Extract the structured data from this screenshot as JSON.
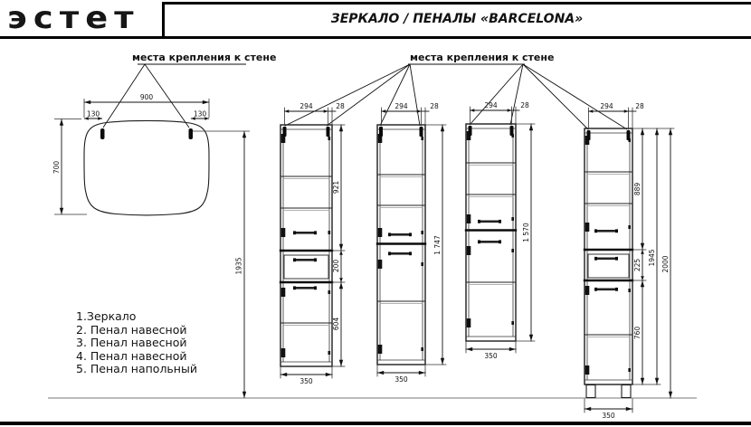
{
  "header": {
    "logo_text": "эстет",
    "title": "ЗЕРКАЛО / ПЕНАЛЫ «BARCELONA»"
  },
  "annotations": {
    "mirror_wall_mount_label": "места крепления к стене",
    "cabinets_wall_mount_label": "места крепления к стене"
  },
  "dimensions": {
    "mirror": {
      "width": "900",
      "left_offset": "130",
      "right_offset": "130",
      "height": "700",
      "mount_height": "1935"
    },
    "cabinet2": {
      "mount_width": "294",
      "mount_offset": "28",
      "upper": "921",
      "middle": "200",
      "lower": "604",
      "width": "350"
    },
    "cabinet3": {
      "mount_width": "294",
      "mount_offset": "28",
      "height": "1 747",
      "width": "350"
    },
    "cabinet4": {
      "mount_width": "294",
      "mount_offset": "28",
      "height": "1 570",
      "width": "350"
    },
    "cabinet5": {
      "mount_width": "294",
      "mount_offset": "28",
      "upper": "889",
      "middle": "225",
      "lower": "760",
      "body_height": "1945",
      "total_height": "2000",
      "width": "350"
    }
  },
  "legend": {
    "items": [
      "1.Зеркало",
      "2. Пенал навесной",
      "3. Пенал навесной",
      "4. Пенал навесной",
      "5. Пенал напольный"
    ]
  },
  "colors": {
    "line": "#1c1c1c",
    "bg": "#ffffff"
  }
}
